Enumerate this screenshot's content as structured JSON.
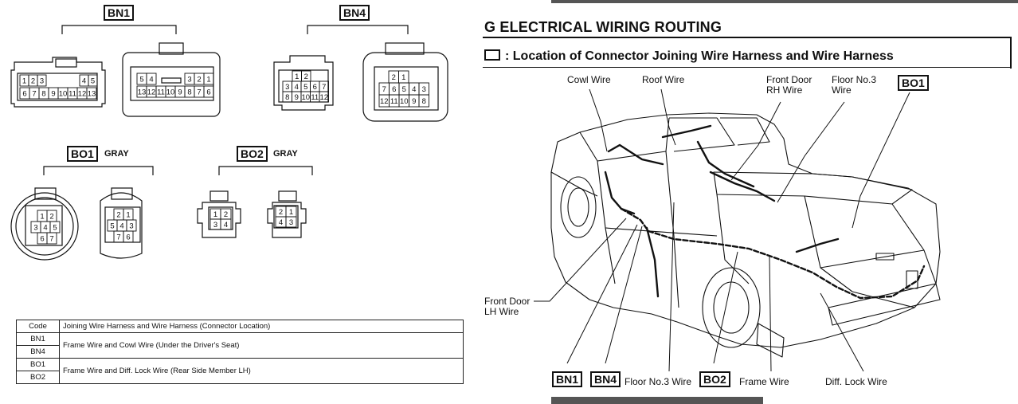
{
  "connectors": {
    "bn1": {
      "code": "BN1",
      "left_pins": [
        [
          "1",
          "2",
          "3",
          "4",
          "5"
        ],
        [
          "6",
          "7",
          "8",
          "9",
          "10",
          "11",
          "12",
          "13"
        ]
      ],
      "right_pins": [
        [
          "5",
          "4",
          "3",
          "2",
          "1"
        ],
        [
          "13",
          "12",
          "11",
          "10",
          "9",
          "8",
          "7",
          "6"
        ]
      ]
    },
    "bn4": {
      "code": "BN4",
      "left_pins": [
        [
          "1",
          "2"
        ],
        [
          "3",
          "4",
          "5",
          "6",
          "7"
        ],
        [
          "8",
          "9",
          "10",
          "11",
          "12"
        ]
      ],
      "right_pins": [
        [
          "2",
          "1"
        ],
        [
          "7",
          "6",
          "5",
          "4",
          "3"
        ],
        [
          "12",
          "11",
          "10",
          "9",
          "8"
        ]
      ]
    },
    "bo1": {
      "code": "BO1",
      "color": "GRAY",
      "left_pins": [
        "1",
        "2",
        "3",
        "4",
        "5",
        "6",
        "7"
      ],
      "right_pins": [
        "2",
        "1",
        "5",
        "4",
        "3",
        "7",
        "6"
      ]
    },
    "bo2": {
      "code": "BO2",
      "color": "GRAY",
      "left_pins": [
        "1",
        "2",
        "3",
        "4"
      ],
      "right_pins": [
        "2",
        "1",
        "4",
        "3"
      ]
    }
  },
  "code_table": {
    "header_code": "Code",
    "header_desc": "Joining Wire Harness and Wire Harness (Connector Location)",
    "rows": [
      {
        "codes": [
          "BN1",
          "BN4"
        ],
        "desc": "Frame Wire and Cowl Wire (Under the Driver's Seat)"
      },
      {
        "codes": [
          "BO1",
          "BO2"
        ],
        "desc": "Frame Wire and Diff. Lock Wire (Rear Side Member LH)"
      }
    ]
  },
  "routing": {
    "title": "G  ELECTRICAL WIRING ROUTING",
    "subtitle": ": Location of Connector Joining Wire Harness and Wire Harness",
    "labels": {
      "cowl_wire": "Cowl Wire",
      "roof_wire": "Roof Wire",
      "front_door_rh_1": "Front Door",
      "front_door_rh_2": "RH Wire",
      "floor_no3_top_1": "Floor No.3",
      "floor_no3_top_2": "Wire",
      "front_door_lh_1": "Front Door",
      "front_door_lh_2": "LH Wire",
      "floor_no3_bottom": "Floor No.3 Wire",
      "frame_wire": "Frame Wire",
      "diff_lock_wire": "Diff. Lock Wire",
      "bo1": "BO1",
      "bn1": "BN1",
      "bn4": "BN4",
      "bo2": "BO2"
    }
  },
  "colors": {
    "line": "#111111",
    "bar": "#555555"
  }
}
